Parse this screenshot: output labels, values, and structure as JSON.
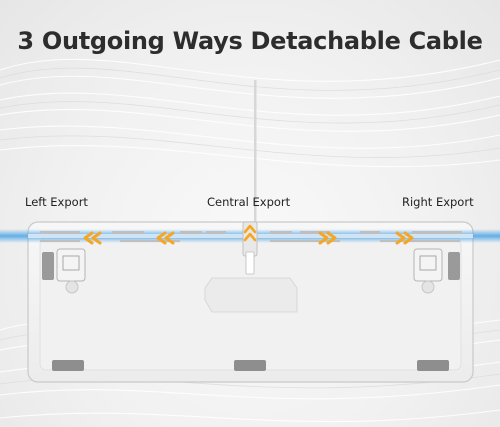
{
  "title": "3 Outgoing Ways Detachable Cable",
  "exports": {
    "left": "Left Export",
    "central": "Central Export",
    "right": "Right Export"
  },
  "colors": {
    "text": "#2d2d2d",
    "keyboard": "#f4f4f4",
    "cable_glow": "#4aa3e6",
    "arrow": "#f5a623",
    "foot": "#8e8e8e"
  },
  "icons": {
    "left_arrows": "double-chevron-left-icon",
    "right_arrows": "double-chevron-right-icon",
    "center_arrow": "double-chevron-up-icon"
  }
}
